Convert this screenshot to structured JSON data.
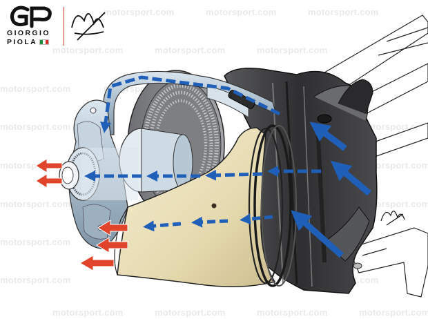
{
  "branding": {
    "name_line1": "GIORGIO",
    "name_line2": "PIOLA",
    "logo_mark": "GP",
    "flag_colors": [
      "#1e8c3a",
      "#ffffff",
      "#d62d2d"
    ],
    "signature": "Piola signature"
  },
  "watermark": {
    "text": "motorsport.com"
  },
  "colors": {
    "airflow_blue": "#1f5fb8",
    "exit_red": "#e0452b",
    "drum_cream": "#e9dfb8",
    "duct_dark": "#3a3a3c",
    "brake_steel": "#9fb4c4"
  },
  "icons": {
    "logo": "gp-logo-icon",
    "flag": "italian-flag-icon",
    "signature": "artist-signature-icon"
  }
}
